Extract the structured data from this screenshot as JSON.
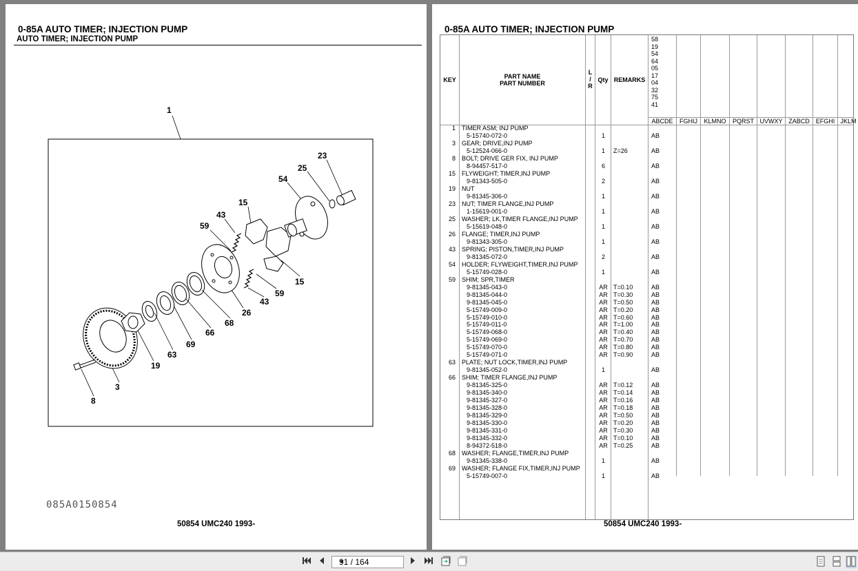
{
  "left_page": {
    "title": "0-85A  AUTO TIMER; INJECTION PUMP",
    "subtitle": "AUTO TIMER; INJECTION PUMP",
    "figure_id": "085A0150854",
    "footer": "50854 UMC240 1993-",
    "callouts": [
      "1",
      "23",
      "25",
      "54",
      "15",
      "43",
      "59",
      "15",
      "59",
      "43",
      "26",
      "68",
      "66",
      "69",
      "63",
      "19",
      "3",
      "8"
    ]
  },
  "right_page": {
    "title": "0-85A  AUTO TIMER; INJECTION PUMP",
    "footer": "50854 UMC240 1993-",
    "headers": {
      "key": "KEY",
      "part_name": "PART NAME",
      "part_number": "PART NUMBER",
      "lr": [
        "L",
        "/",
        "R"
      ],
      "qty": "Qty",
      "remarks": "REMARKS",
      "code_stack": [
        "58",
        "19",
        "54",
        "64",
        "05",
        "17",
        "04",
        "32",
        "75",
        "41"
      ],
      "code_columns": [
        "ABCDE",
        "FGHIJ",
        "KLMNO",
        "PQRST",
        "UVWXY",
        "ZABCD",
        "EFGHI",
        "JKLM"
      ]
    },
    "rows": [
      {
        "key": "1",
        "text": "TIMER ASM; INJ PUMP",
        "name": true
      },
      {
        "text": "5-15740-072-0",
        "qty": "1",
        "code": "AB"
      },
      {
        "key": "3",
        "text": "GEAR; DRIVE,INJ PUMP",
        "name": true
      },
      {
        "text": "5-12524-066-0",
        "qty": "1",
        "remarks": "Z=26",
        "code": "AB"
      },
      {
        "key": "8",
        "text": "BOLT; DRIVE GER FIX, INJ PUMP",
        "name": true
      },
      {
        "text": "8-94457-517-0",
        "qty": "6",
        "code": "AB"
      },
      {
        "key": "15",
        "text": "FLYWEIGHT; TIMER,INJ PUMP",
        "name": true
      },
      {
        "text": "9-81343-505-0",
        "qty": "2",
        "code": "AB"
      },
      {
        "key": "19",
        "text": "NUT",
        "name": true
      },
      {
        "text": "9-81345-306-0",
        "qty": "1",
        "code": "AB"
      },
      {
        "key": "23",
        "text": "NUT; TIMER FLANGE,INJ PUMP",
        "name": true
      },
      {
        "text": "1-15619-001-0",
        "qty": "1",
        "code": "AB"
      },
      {
        "key": "25",
        "text": "WASHER; LK,TIMER FLANGE,INJ PUMP",
        "name": true
      },
      {
        "text": "5-15619-048-0",
        "qty": "1",
        "code": "AB"
      },
      {
        "key": "26",
        "text": "FLANGE; TIMER,INJ PUMP",
        "name": true
      },
      {
        "text": "9-81343-305-0",
        "qty": "1",
        "code": "AB"
      },
      {
        "key": "43",
        "text": "SPRING; PISTON,TIMER,INJ PUMP",
        "name": true
      },
      {
        "text": "9-81345-072-0",
        "qty": "2",
        "code": "AB"
      },
      {
        "key": "54",
        "text": "HOLDER; FLYWEIGHT,TIMER,INJ PUMP",
        "name": true
      },
      {
        "text": "5-15749-028-0",
        "qty": "1",
        "code": "AB"
      },
      {
        "key": "59",
        "text": "SHIM; SPR,TIMER",
        "name": true
      },
      {
        "text": "9-81345-043-0",
        "qty": "AR",
        "remarks": "T=0.10",
        "code": "AB"
      },
      {
        "text": "9-81345-044-0",
        "qty": "AR",
        "remarks": "T=0.30",
        "code": "AB"
      },
      {
        "text": "9-81345-045-0",
        "qty": "AR",
        "remarks": "T=0.50",
        "code": "AB"
      },
      {
        "text": "5-15749-009-0",
        "qty": "AR",
        "remarks": "T=0.20",
        "code": "AB"
      },
      {
        "text": "5-15749-010-0",
        "qty": "AR",
        "remarks": "T=0.60",
        "code": "AB"
      },
      {
        "text": "5-15749-011-0",
        "qty": "AR",
        "remarks": "T=1.00",
        "code": "AB"
      },
      {
        "text": "5-15749-068-0",
        "qty": "AR",
        "remarks": "T=0.40",
        "code": "AB"
      },
      {
        "text": "5-15749-069-0",
        "qty": "AR",
        "remarks": "T=0.70",
        "code": "AB"
      },
      {
        "text": "5-15749-070-0",
        "qty": "AR",
        "remarks": "T=0.80",
        "code": "AB"
      },
      {
        "text": "5-15749-071-0",
        "qty": "AR",
        "remarks": "T=0.90",
        "code": "AB"
      },
      {
        "key": "63",
        "text": "PLATE; NUT LOCK,TIMER,INJ PUMP",
        "name": true
      },
      {
        "text": "9-81345-052-0",
        "qty": "1",
        "code": "AB"
      },
      {
        "key": "66",
        "text": "SHIM; TIMER FLANGE,INJ PUMP",
        "name": true
      },
      {
        "text": "9-81345-325-0",
        "qty": "AR",
        "remarks": "T=0.12",
        "code": "AB"
      },
      {
        "text": "9-81345-340-0",
        "qty": "AR",
        "remarks": "T=0.14",
        "code": "AB"
      },
      {
        "text": "9-81345-327-0",
        "qty": "AR",
        "remarks": "T=0.16",
        "code": "AB"
      },
      {
        "text": "9-81345-328-0",
        "qty": "AR",
        "remarks": "T=0.18",
        "code": "AB"
      },
      {
        "text": "9-81345-329-0",
        "qty": "AR",
        "remarks": "T=0.50",
        "code": "AB"
      },
      {
        "text": "9-81345-330-0",
        "qty": "AR",
        "remarks": "T=0.20",
        "code": "AB"
      },
      {
        "text": "9-81345-331-0",
        "qty": "AR",
        "remarks": "T=0.30",
        "code": "AB"
      },
      {
        "text": "9-81345-332-0",
        "qty": "AR",
        "remarks": "T=0.10",
        "code": "AB"
      },
      {
        "text": "8-94372-518-0",
        "qty": "AR",
        "remarks": "T=0.25",
        "code": "AB"
      },
      {
        "key": "68",
        "text": "WASHER; FLANGE,TIMER,INJ PUMP",
        "name": true
      },
      {
        "text": "9-81345-338-0",
        "qty": "1",
        "code": "AB"
      },
      {
        "key": "69",
        "text": "WASHER; FLANGE FIX,TIMER,INJ PUMP",
        "name": true
      },
      {
        "text": "5-15749-007-0",
        "qty": "1",
        "code": "AB"
      }
    ]
  },
  "toolbar": {
    "page_indicator": "91 / 164",
    "icons": [
      "first-page-icon",
      "prev-page-icon",
      "next-page-icon",
      "last-page-icon",
      "fit-page-icon",
      "fit-width-icon",
      "single-page-icon",
      "continuous-icon",
      "two-page-icon"
    ]
  }
}
